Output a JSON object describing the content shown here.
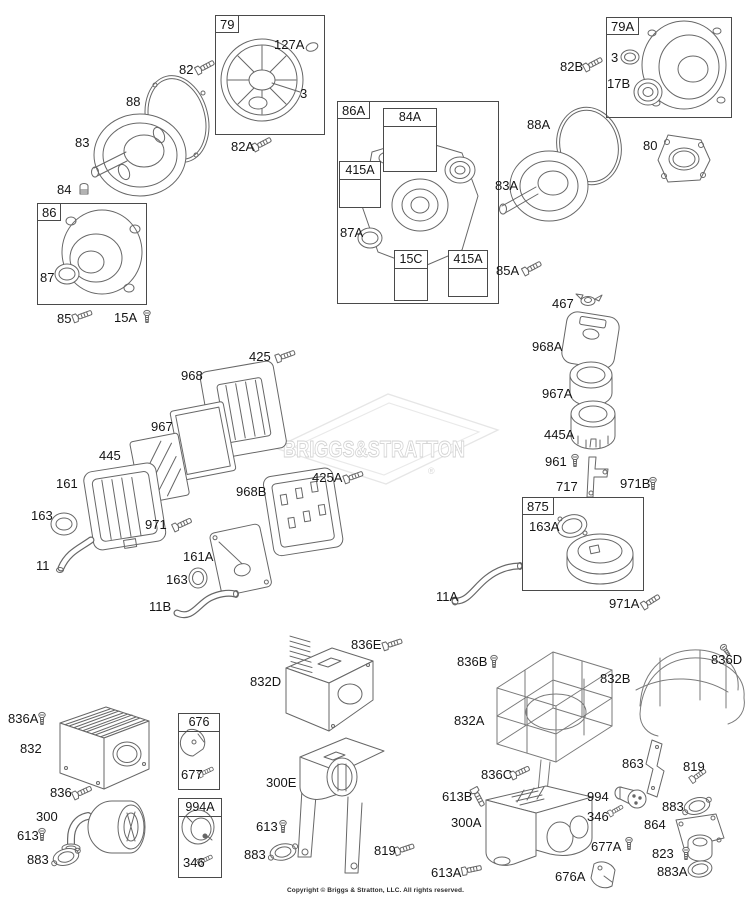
{
  "colors": {
    "line": "#676767",
    "label": "#151515",
    "box_border": "#4a4a4a",
    "watermark": "#dcdcdc"
  },
  "watermark": {
    "text": "BRIGGS&STRATTON",
    "registered": "®"
  },
  "footer": {
    "copyright": "Copyright © Briggs & Stratton, LLC. All rights reserved."
  },
  "boxes": [
    {
      "label": "79"
    },
    {
      "label": "86"
    },
    {
      "label": "86A"
    },
    {
      "label": "84A"
    },
    {
      "label": "415A"
    },
    {
      "label": "15C"
    },
    {
      "label": "415A"
    },
    {
      "label": "79A"
    },
    {
      "label": "875"
    },
    {
      "label": "676"
    },
    {
      "label": "994A"
    }
  ],
  "callouts": [
    {
      "text": "82"
    },
    {
      "text": "88"
    },
    {
      "text": "83"
    },
    {
      "text": "84"
    },
    {
      "text": "87"
    },
    {
      "text": "85"
    },
    {
      "text": "15A"
    },
    {
      "text": "127A"
    },
    {
      "text": "3"
    },
    {
      "text": "82A"
    },
    {
      "text": "87A"
    },
    {
      "text": "85A"
    },
    {
      "text": "82B"
    },
    {
      "text": "3"
    },
    {
      "text": "17B"
    },
    {
      "text": "88A"
    },
    {
      "text": "83A"
    },
    {
      "text": "80"
    },
    {
      "text": "425"
    },
    {
      "text": "968"
    },
    {
      "text": "967"
    },
    {
      "text": "445"
    },
    {
      "text": "161"
    },
    {
      "text": "163"
    },
    {
      "text": "11"
    },
    {
      "text": "971"
    },
    {
      "text": "968B"
    },
    {
      "text": "425A"
    },
    {
      "text": "161A"
    },
    {
      "text": "163"
    },
    {
      "text": "11B"
    },
    {
      "text": "467"
    },
    {
      "text": "968A"
    },
    {
      "text": "967A"
    },
    {
      "text": "445A"
    },
    {
      "text": "961"
    },
    {
      "text": "717"
    },
    {
      "text": "971B"
    },
    {
      "text": "163A"
    },
    {
      "text": "11A"
    },
    {
      "text": "971A"
    },
    {
      "text": "836A"
    },
    {
      "text": "832"
    },
    {
      "text": "836"
    },
    {
      "text": "300"
    },
    {
      "text": "613"
    },
    {
      "text": "883"
    },
    {
      "text": "677"
    },
    {
      "text": "346"
    },
    {
      "text": "836E"
    },
    {
      "text": "832D"
    },
    {
      "text": "300E"
    },
    {
      "text": "613"
    },
    {
      "text": "883"
    },
    {
      "text": "819"
    },
    {
      "text": "836B"
    },
    {
      "text": "832A"
    },
    {
      "text": "832B"
    },
    {
      "text": "836D"
    },
    {
      "text": "836C"
    },
    {
      "text": "613B"
    },
    {
      "text": "300A"
    },
    {
      "text": "994"
    },
    {
      "text": "346"
    },
    {
      "text": "863"
    },
    {
      "text": "819"
    },
    {
      "text": "883"
    },
    {
      "text": "864"
    },
    {
      "text": "677A"
    },
    {
      "text": "823"
    },
    {
      "text": "883A"
    },
    {
      "text": "676A"
    },
    {
      "text": "613A"
    }
  ]
}
